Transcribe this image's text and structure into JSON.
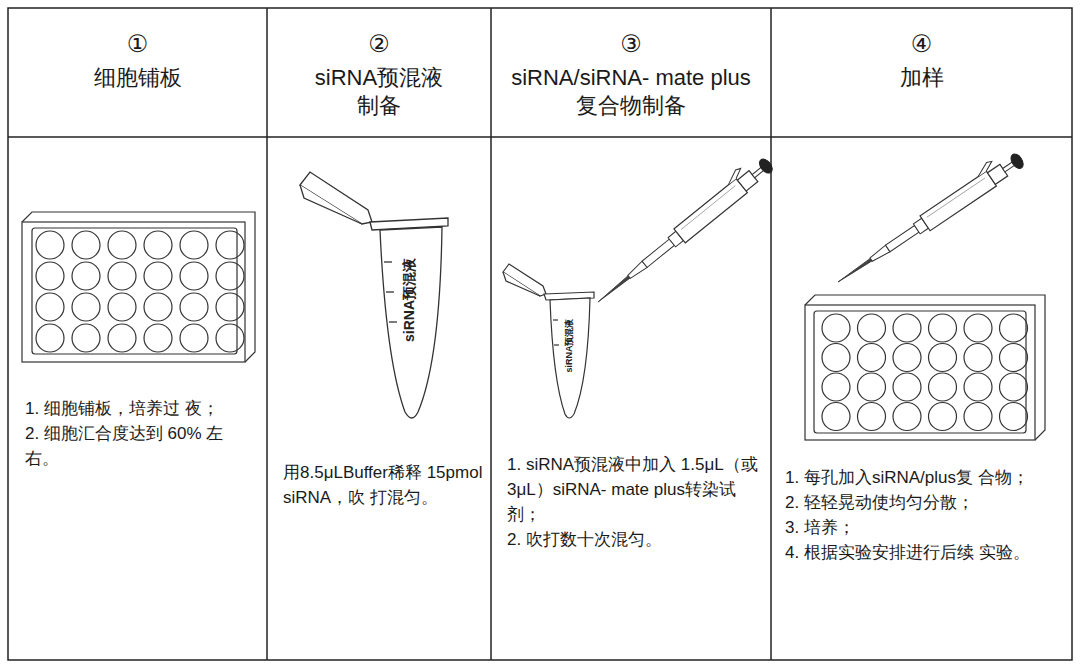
{
  "diagram": {
    "labels": [
      "①",
      "细胞铺板",
      "②",
      "siRNA预混液 制备",
      "③",
      "siRNA/siRNA- mate plus复合物制备",
      "④",
      "加样",
      "siRNA预混液",
      "siRNA预混液",
      "1. 细胞铺板，培养过 夜；",
      "2. 细胞汇合度达到 60% 左右。",
      "用8.5μLBuffer稀释 15pmol siRNA，吹 打混匀。",
      "1. siRNA预混液中加入 1.5μL（或3μL）siRNA- mate plus转染试剂；",
      "2. 吹打数十次混匀。",
      "1. 每孔加入siRNA/plus复 合物；",
      "2. 轻轻晃动使均匀分散；",
      "3. 培养；",
      "4. 根据实验安排进行后续 实验。"
    ]
  }
}
